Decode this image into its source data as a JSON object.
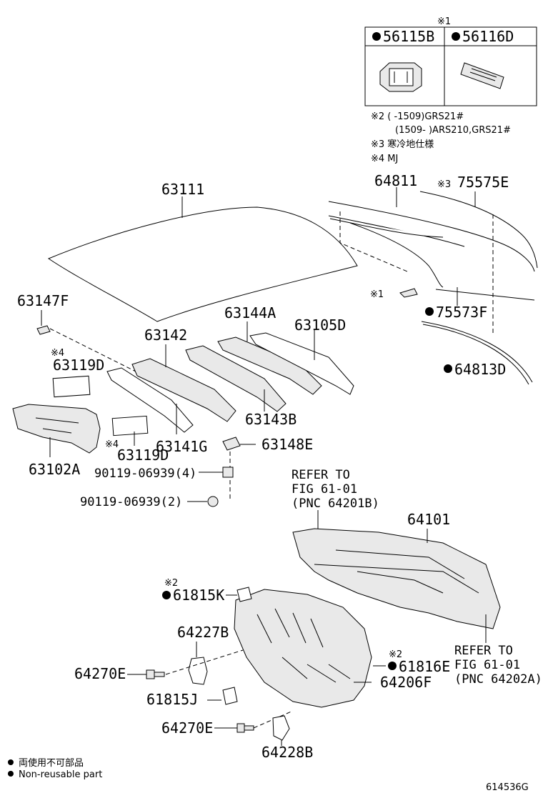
{
  "legend_table": {
    "mark": "※1",
    "col1": "56115B",
    "col2": "56116D"
  },
  "notes": {
    "n2a": "※2 (      -1509)GRS21#",
    "n2b": "(1509-      )ARS210,GRS21#",
    "n3": "※3 寒冷地仕様",
    "n4": "※4 MJ"
  },
  "labels": {
    "p63111": "63111",
    "p64811": "64811",
    "p75575E_mark": "※3",
    "p75575E": "75575E",
    "mark1": "※1",
    "p75573F": "75573F",
    "p64813D": "64813D",
    "p63147F": "63147F",
    "p63144A": "63144A",
    "p63105D": "63105D",
    "p63142": "63142",
    "mark4a": "※4",
    "p63119D_a": "63119D",
    "p63143B": "63143B",
    "p63141G": "63141G",
    "p63148E": "63148E",
    "mark4b": "※4",
    "p63119D_b": "63119D",
    "p63102A": "63102A",
    "bolt1": "90119-06939(4)",
    "bolt2": "90119-06939(2)",
    "ref1_a": "REFER TO",
    "ref1_b": "FIG 61-01",
    "ref1_c": "(PNC 64201B)",
    "p64101": "64101",
    "mark2a": "※2",
    "p61815K": "61815K",
    "p64227B": "64227B",
    "p64270E_a": "64270E",
    "mark2b": "※2",
    "p61816E": "61816E",
    "ref2_a": "REFER TO",
    "ref2_b": "FIG 61-01",
    "ref2_c": "(PNC 64202A)",
    "p64206F": "64206F",
    "p61815J": "61815J",
    "p64270E_b": "64270E",
    "p64228B": "64228B"
  },
  "footer": {
    "legend_jp": "両使用不可部品",
    "legend_en": "Non-reusable part",
    "fig_code": "614536G"
  }
}
